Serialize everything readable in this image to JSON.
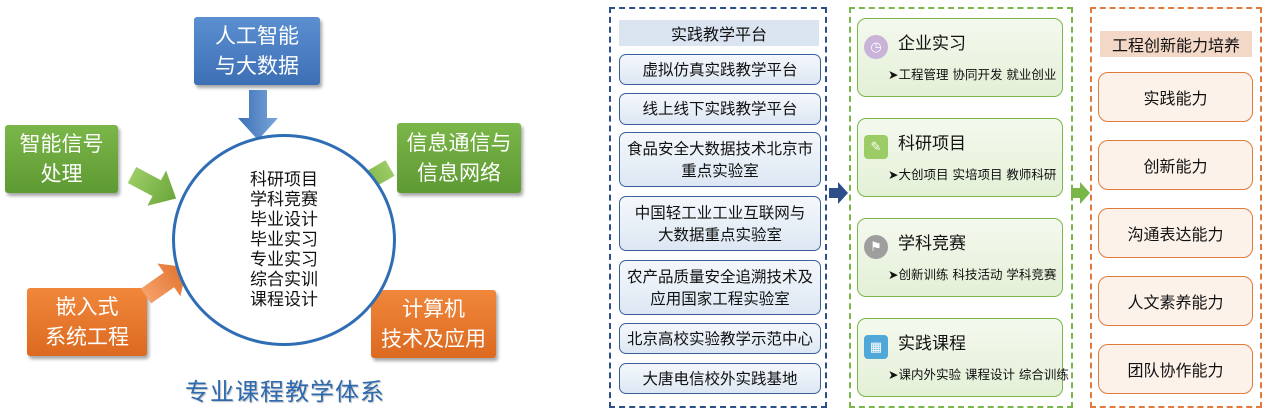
{
  "left": {
    "topics": {
      "top": [
        "人工智能",
        "与大数据"
      ],
      "left_upper": [
        "智能信号",
        "处理"
      ],
      "right_upper": [
        "信息通信与",
        "信息网络"
      ],
      "left_lower": [
        "嵌入式",
        "系统工程"
      ],
      "right_lower": [
        "计算机",
        "技术及应用"
      ]
    },
    "hub_items": [
      "科研项目",
      "学科竞赛",
      "毕业设计",
      "毕业实习",
      "专业实习",
      "综合实训",
      "课程设计"
    ],
    "caption": "专业课程教学体系"
  },
  "platforms": {
    "title": "实践教学平台",
    "items": [
      [
        "虚拟仿真实践教学平台"
      ],
      [
        "线上线下实践教学平台"
      ],
      [
        "食品安全大数据技术北京市",
        "重点实验室"
      ],
      [
        "中国轻工业工业互联网与",
        "大数据重点实验室"
      ],
      [
        "农产品质量安全追溯技术及",
        "应用国家工程实验室"
      ],
      [
        "北京高校实验教学示范中心"
      ],
      [
        "大唐电信校外实践基地"
      ]
    ]
  },
  "activities": [
    {
      "title": "企业实习",
      "items": "➤工程管理  协同开发  就业创业",
      "icon": "clock-icon",
      "color": "#c9b3d9"
    },
    {
      "title": "科研项目",
      "items": "➤大创项目  实培项目  教师科研",
      "icon": "document-icon",
      "color": "#9ccc65"
    },
    {
      "title": "学科竞赛",
      "items": "➤创新训练  科技活动  学科竞赛",
      "icon": "flag-icon",
      "color": "#9e9e9e"
    },
    {
      "title": "实践课程",
      "items": "➤课内外实验  课程设计  综合训练",
      "icon": "chart-icon",
      "color": "#4fa8d8"
    }
  ],
  "capabilities": {
    "title": "工程创新能力培养",
    "items": [
      "实践能力",
      "创新能力",
      "沟通表达能力",
      "人文素养能力",
      "团队协作能力"
    ]
  },
  "colors": {
    "blue": "#3d6fb5",
    "green": "#7ab648",
    "orange": "#e07a3d",
    "navy": "#2c4f8a"
  }
}
